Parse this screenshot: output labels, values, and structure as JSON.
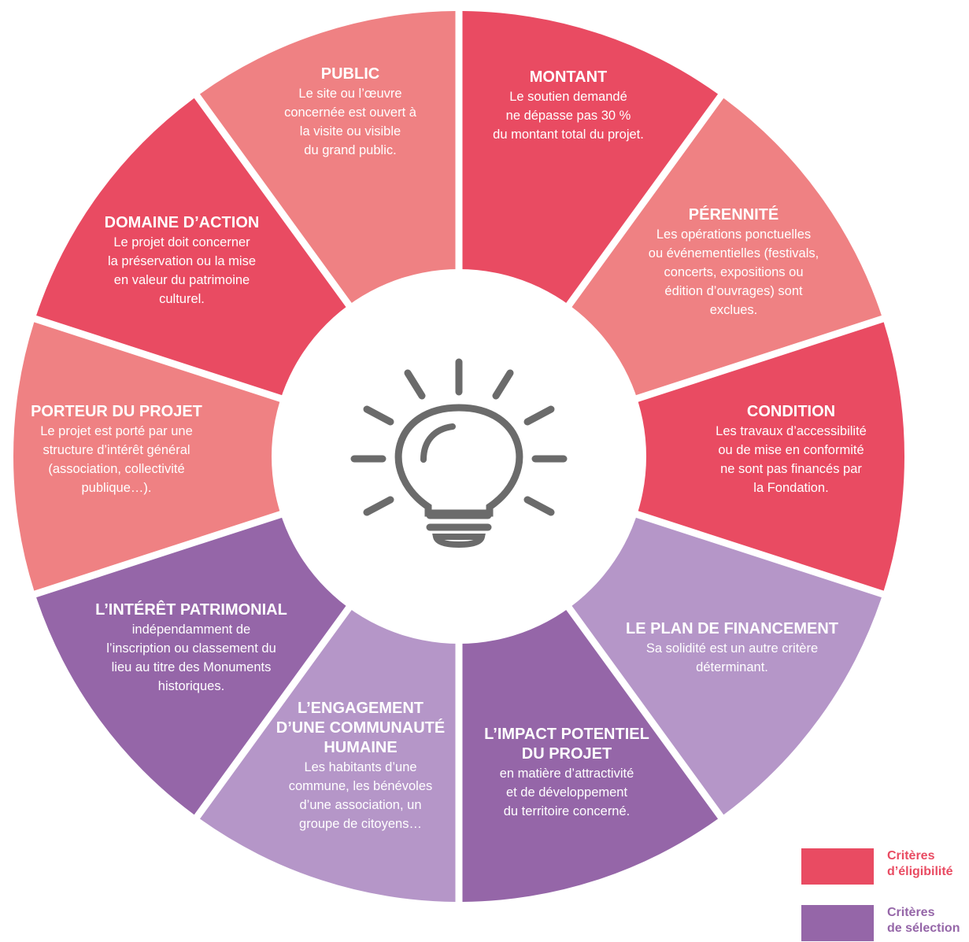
{
  "colors": {
    "eligibility_dark": "#e94b62",
    "eligibility_light": "#ef8183",
    "selection_dark": "#9566a8",
    "selection_light": "#b596c8",
    "bulb": "#6b6b6b",
    "legend_eligibility_text": "#e94b62",
    "legend_selection_text": "#9566a8"
  },
  "center_icon": "lightbulb-icon",
  "segments": [
    {
      "id": "montant",
      "category": "eligibility",
      "shade": "dark",
      "title": [
        "MONTANT"
      ],
      "body": [
        "Le soutien demandé",
        "ne dépasse pas 30 %",
        "du montant total du projet."
      ]
    },
    {
      "id": "perennite",
      "category": "eligibility",
      "shade": "light",
      "title": [
        "PÉRENNITÉ"
      ],
      "body": [
        "Les opérations ponctuelles",
        "ou événementielles (festivals,",
        "concerts, expositions ou",
        "édition d’ouvrages) sont",
        "exclues."
      ]
    },
    {
      "id": "condition",
      "category": "eligibility",
      "shade": "dark",
      "title": [
        "CONDITION"
      ],
      "body": [
        "Les travaux d’accessibilité",
        "ou de mise en conformité",
        "ne sont pas financés par",
        "la Fondation."
      ]
    },
    {
      "id": "plan-financement",
      "category": "selection",
      "shade": "light",
      "title": [
        "LE PLAN DE FINANCEMENT"
      ],
      "body": [
        "Sa solidité est un autre critère",
        "déterminant."
      ]
    },
    {
      "id": "impact-potentiel",
      "category": "selection",
      "shade": "dark",
      "title": [
        "L’IMPACT POTENTIEL",
        "DU PROJET"
      ],
      "body": [
        "en matière d’attractivité",
        "et de développement",
        "du territoire concerné."
      ]
    },
    {
      "id": "engagement-communaute",
      "category": "selection",
      "shade": "light",
      "title": [
        "L’ENGAGEMENT",
        "D’UNE COMMUNAUTÉ",
        "HUMAINE"
      ],
      "body": [
        "Les habitants d’une",
        "commune, les bénévoles",
        "d’une association, un",
        "groupe de citoyens…"
      ]
    },
    {
      "id": "interet-patrimonial",
      "category": "selection",
      "shade": "dark",
      "title": [
        "L’INTÉRÊT PATRIMONIAL"
      ],
      "body": [
        "indépendamment de",
        "l’inscription ou classement du",
        "lieu au titre des Monuments",
        "historiques."
      ]
    },
    {
      "id": "porteur-projet",
      "category": "eligibility",
      "shade": "light",
      "title": [
        "PORTEUR DU PROJET"
      ],
      "body": [
        "Le projet est porté par une",
        "structure d’intérêt général",
        "(association, collectivité",
        "publique…)."
      ]
    },
    {
      "id": "domaine-action",
      "category": "eligibility",
      "shade": "dark",
      "title": [
        "DOMAINE D’ACTION"
      ],
      "body": [
        "Le projet doit concerner",
        "la préservation ou la mise",
        "en valeur du patrimoine",
        "culturel."
      ]
    },
    {
      "id": "public",
      "category": "eligibility",
      "shade": "light",
      "title": [
        "PUBLIC"
      ],
      "body": [
        "Le site ou l’œuvre",
        "concernée est ouvert à",
        "la visite ou visible",
        "du grand public."
      ]
    }
  ],
  "legend": {
    "eligibility": {
      "line1": "Critères",
      "line2": "d’éligibilité"
    },
    "selection": {
      "line1": "Critères",
      "line2": "de sélection"
    }
  }
}
